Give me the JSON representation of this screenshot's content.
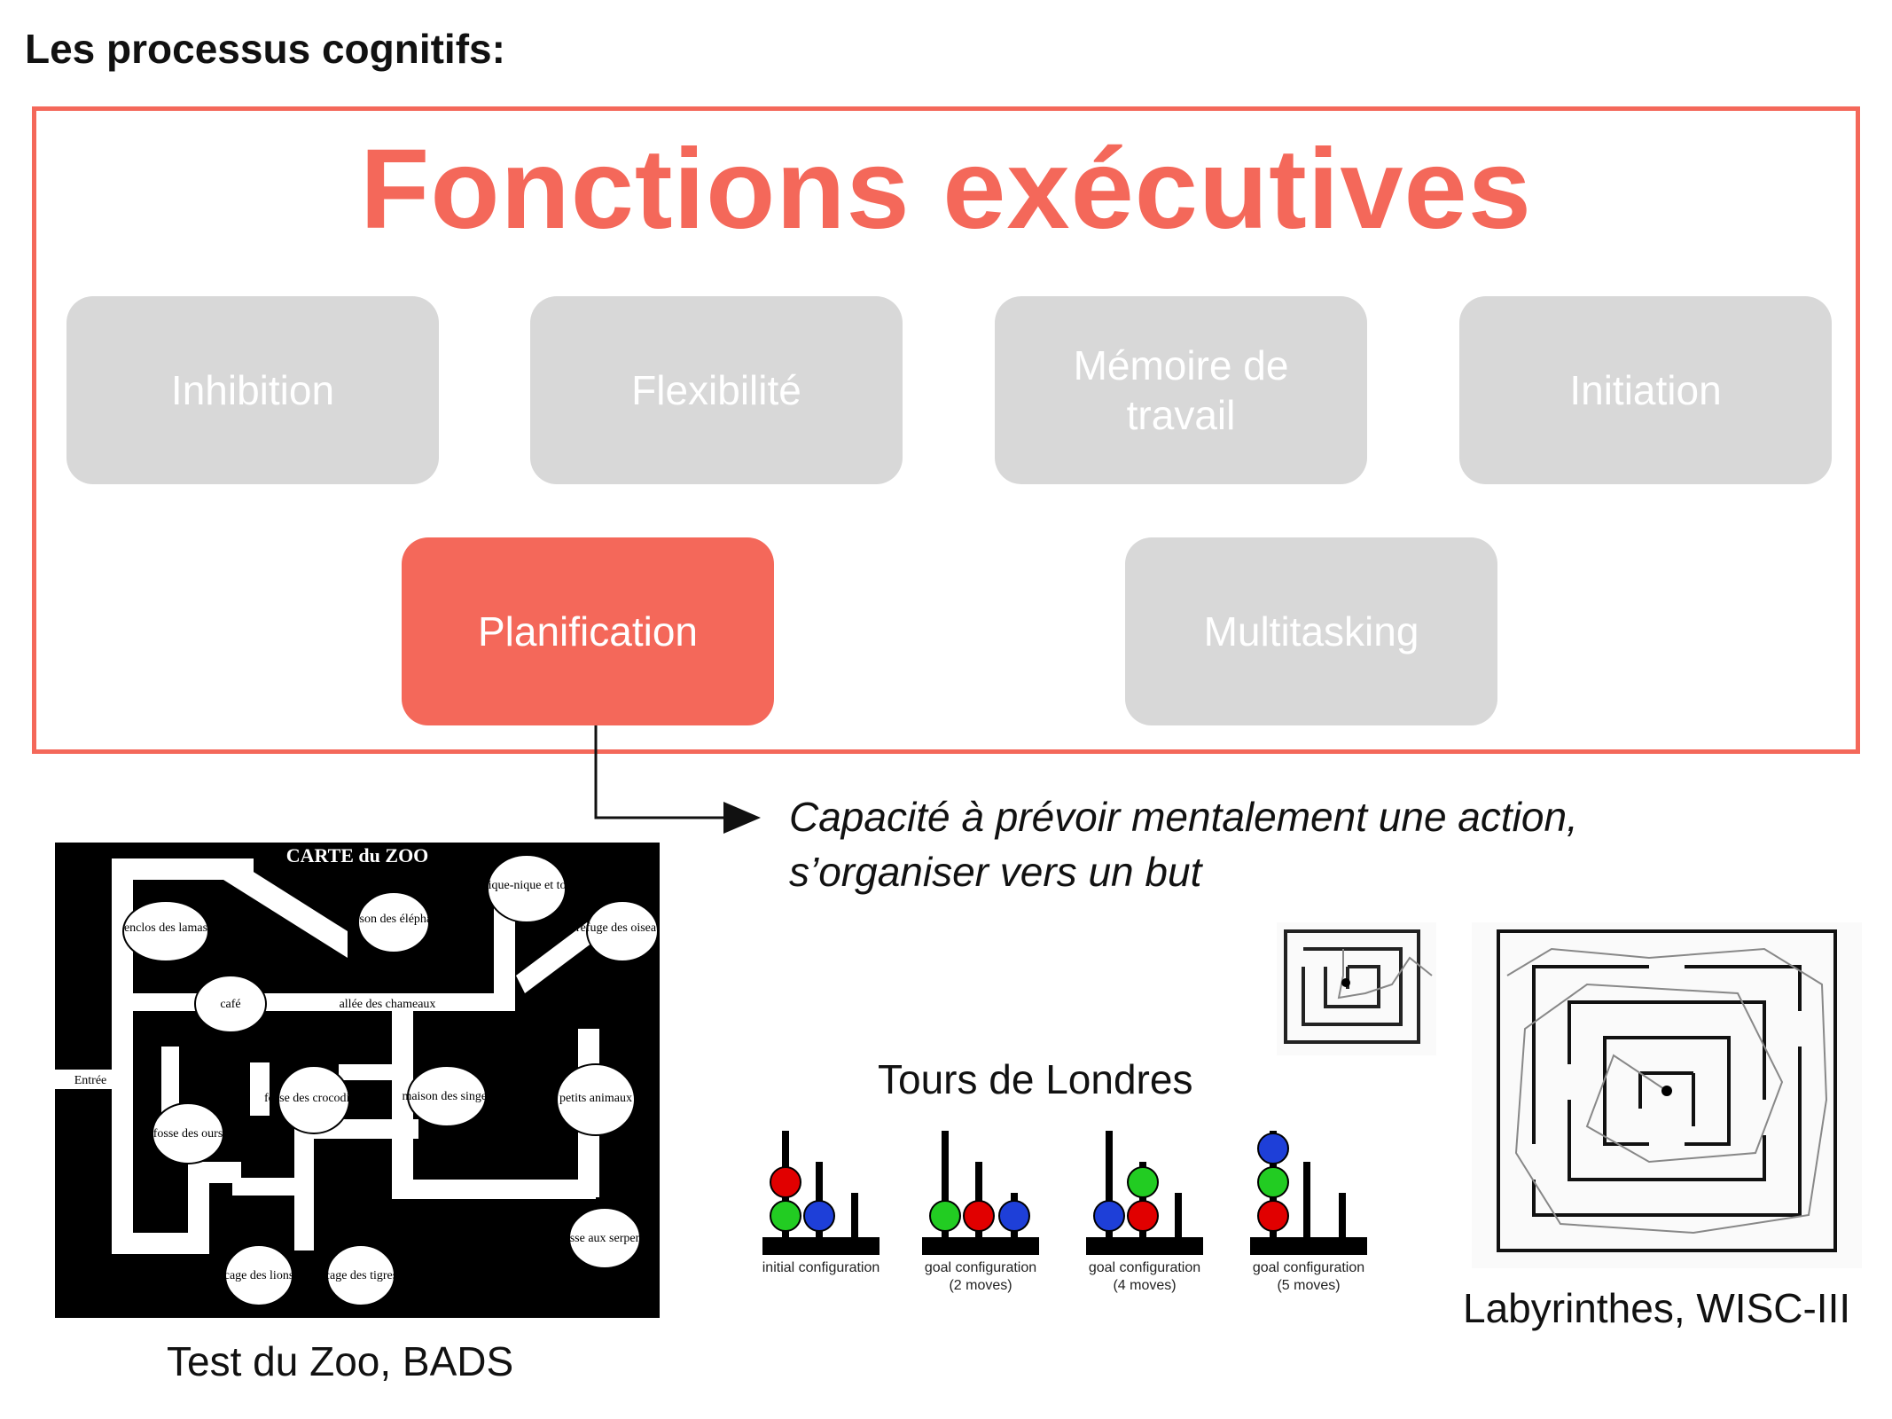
{
  "heading": "Les processus cognitifs:",
  "title": "Fonctions exécutives",
  "colors": {
    "accent": "#f4685a",
    "inactive_box": "#d8d8d8"
  },
  "functions": [
    {
      "label": "Inhibition",
      "active": false
    },
    {
      "label": "Flexibilité",
      "active": false
    },
    {
      "label": "Mémoire de travail",
      "active": false
    },
    {
      "label": "Initiation",
      "active": false
    },
    {
      "label": "Planification",
      "active": true
    },
    {
      "label": "Multitasking",
      "active": false
    }
  ],
  "definition": "Capacité à prévoir mentalement une action, s’organiser vers un but",
  "zoo": {
    "map_title": "CARTE du ZOO",
    "labels": [
      "enclos des lamas",
      "maison des éléphants",
      "coin pique-nique et toilettes",
      "refuge des oiseaux",
      "café",
      "allée des chameaux",
      "Entrée",
      "fosse des crocodiles",
      "maison des singes",
      "petits animaux",
      "fosse des ours",
      "fosse aux serpents",
      "cage des lions",
      "cage des tigres"
    ],
    "caption": "Test du Zoo, BADS"
  },
  "tower": {
    "caption": "Tours de Londres",
    "configs": [
      {
        "line1": "initial configuration",
        "line2": ""
      },
      {
        "line1": "goal configuration",
        "line2": "(2 moves)"
      },
      {
        "line1": "goal configuration",
        "line2": "(4 moves)"
      },
      {
        "line1": "goal configuration",
        "line2": "(5 moves)"
      }
    ]
  },
  "maze": {
    "caption": "Labyrinthes, WISC-III"
  }
}
